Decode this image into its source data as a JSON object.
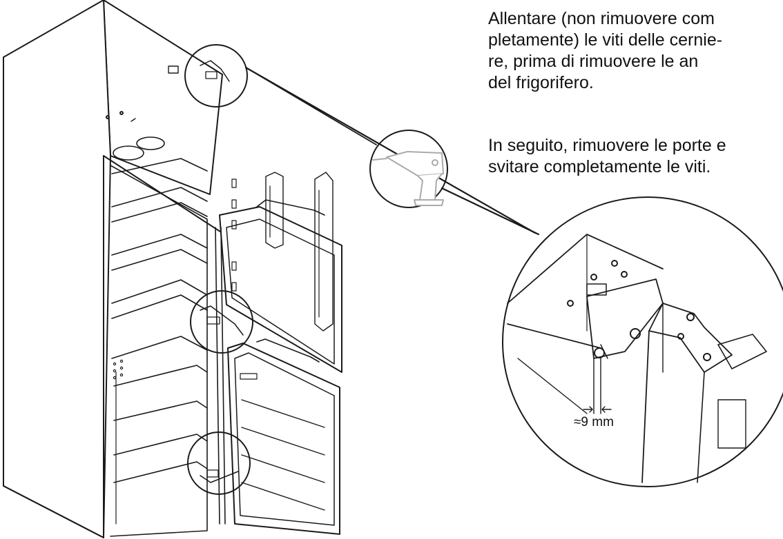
{
  "instructions": {
    "paragraph1": [
      "Allentare (non  rimuovere com",
      "pletamente) le viti delle cernie-",
      "re,  prima  di  rimuovere  le  an",
      "del frigorifero."
    ],
    "paragraph2": [
      "In seguito, rimuovere le porte e",
      "svitare completamente le viti."
    ]
  },
  "detail": {
    "dimension_label": "≈9 mm"
  },
  "colors": {
    "line": "#1a1a1a",
    "fill": "#ffffff",
    "drill": "#aaaaaa"
  }
}
